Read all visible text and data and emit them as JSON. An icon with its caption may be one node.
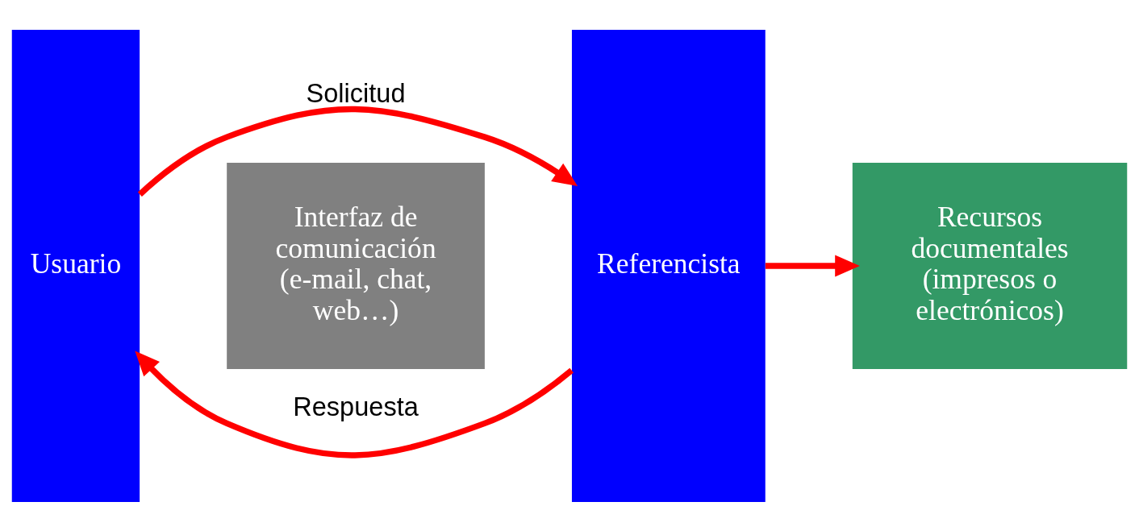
{
  "diagram": {
    "nodes": [
      {
        "text": [
          "Usuario"
        ]
      },
      {
        "text": [
          "Referencista"
        ]
      },
      {
        "text": [
          "Interfaz de comunicación (e-mail, chat, web…)"
        ]
      },
      {
        "text": [
          "Recursos documentales (impresos o electrónicos)"
        ]
      }
    ],
    "edges": [
      {
        "from": 0,
        "to": 1,
        "label": "Solicitud",
        "arrow": "to"
      },
      {
        "from": 1,
        "to": 3,
        "arrow": "to"
      },
      {
        "from": 1,
        "to": 0,
        "label": "Respuesta",
        "arrow": "to"
      }
    ]
  }
}
